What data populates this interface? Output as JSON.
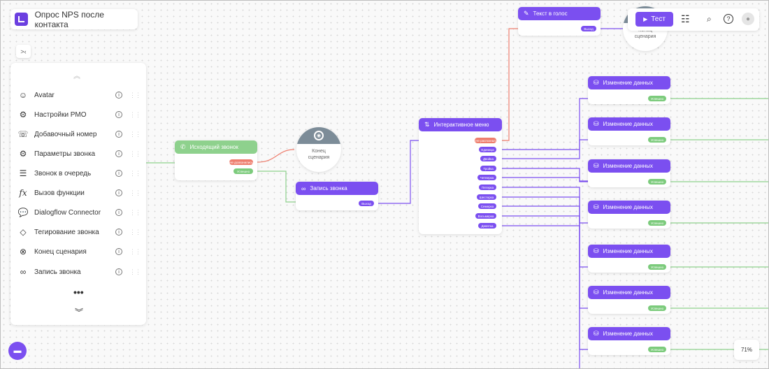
{
  "header": {
    "title": "Опрос NPS после контакта"
  },
  "palette": {
    "items": [
      {
        "label": "Avatar",
        "icon": "avatar-icon"
      },
      {
        "label": "Настройки РМО",
        "icon": "settings-icon"
      },
      {
        "label": "Добавочный номер",
        "icon": "extension-phone-icon"
      },
      {
        "label": "Параметры звонка",
        "icon": "gear-icon"
      },
      {
        "label": "Звонок в очередь",
        "icon": "queue-icon"
      },
      {
        "label": "Вызов функции",
        "icon": "function-icon"
      },
      {
        "label": "Dialogflow Connector",
        "icon": "chat-bubble-icon"
      },
      {
        "label": "Тегирование звонка",
        "icon": "tag-icon"
      },
      {
        "label": "Конец сценария",
        "icon": "close-circle-icon"
      },
      {
        "label": "Запись звонка",
        "icon": "voicemail-icon"
      }
    ],
    "more": "•••"
  },
  "nodes": {
    "outgoing": {
      "title": "Исходящий звонок",
      "out_fail": "Не дозвонились",
      "out_ok": "Успешно"
    },
    "end1": {
      "label1": "Конец",
      "label2": "сценария"
    },
    "record": {
      "title": "Запись звонка",
      "out": "Выход"
    },
    "menu": {
      "title": "Интерактивное меню",
      "outputs": [
        "Не распознал",
        "Единица",
        "Двойка",
        "Тройка",
        "Четверка",
        "Пятерка",
        "Шестерка",
        "Семерка",
        "Восьмерка",
        "Девятка"
      ]
    },
    "tts": {
      "title": "Текст в голос",
      "out": "Выход"
    },
    "end2": {
      "label1": "Конец",
      "label2": "сценария"
    },
    "data_changes": [
      {
        "title": "Изменение данных",
        "out": "Успешно"
      },
      {
        "title": "Изменение данных",
        "out": "Успешно"
      },
      {
        "title": "Изменение данных",
        "out": "Успешно"
      },
      {
        "title": "Изменение данных",
        "out": "Успешно"
      },
      {
        "title": "Изменение данных",
        "out": "Успешно"
      },
      {
        "title": "Изменение данных",
        "out": "Успешно"
      },
      {
        "title": "Изменение данных",
        "out": "Успешно"
      }
    ]
  },
  "toolbar": {
    "test_label": "Тест"
  },
  "zoom": {
    "level": "71%"
  },
  "colors": {
    "accent": "#7b4ff0",
    "success": "#7ccb7c",
    "error": "#ee7e6e",
    "end_node": "#7c8c98"
  }
}
